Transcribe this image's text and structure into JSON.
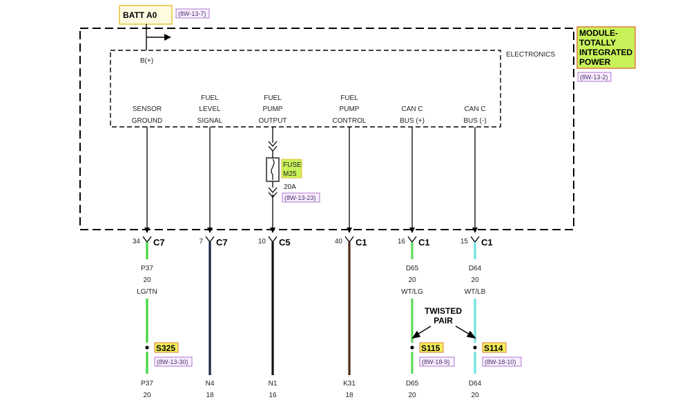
{
  "power": {
    "label": "BATT A0",
    "ref": "(8W-13-7)"
  },
  "module": {
    "name_lines": [
      "MODULE-",
      "TOTALLY",
      "INTEGRATED",
      "POWER"
    ],
    "ref": "(8W-13-2)",
    "inner_label": "ELECTRONICS",
    "battery_pin": "B(+)"
  },
  "fuse": {
    "name_lines": [
      "FUSE",
      "M25"
    ],
    "rating": "20A",
    "ref": "(8W-13-23)"
  },
  "twisted_pair": {
    "lines": [
      "TWISTED",
      "PAIR"
    ]
  },
  "circuits": [
    {
      "func": [
        "SENSOR",
        "GROUND"
      ],
      "pin": "34",
      "connector": "C7",
      "upper": [
        "P37",
        "20",
        "LG/TN"
      ],
      "splice": {
        "name": "S325",
        "ref": "(8W-13-30)"
      },
      "lower": [
        "P37",
        "20"
      ]
    },
    {
      "func": [
        "FUEL",
        "LEVEL",
        "SIGNAL"
      ],
      "pin": "7",
      "connector": "C7",
      "upper": [],
      "splice": null,
      "lower": [
        "N4",
        "18"
      ]
    },
    {
      "func": [
        "FUEL",
        "PUMP",
        "OUTPUT"
      ],
      "pin": "10",
      "connector": "C5",
      "upper": [],
      "splice": null,
      "lower": [
        "N1",
        "16"
      ]
    },
    {
      "func": [
        "FUEL",
        "PUMP",
        "CONTROL"
      ],
      "pin": "40",
      "connector": "C1",
      "upper": [],
      "splice": null,
      "lower": [
        "K31",
        "18"
      ]
    },
    {
      "func": [
        "CAN C",
        "BUS (+)"
      ],
      "pin": "16",
      "connector": "C1",
      "upper": [
        "D65",
        "20",
        "WT/LG"
      ],
      "splice": {
        "name": "S115",
        "ref": "(8W-18-9)"
      },
      "lower": [
        "D65",
        "20"
      ]
    },
    {
      "func": [
        "CAN C",
        "BUS (-)"
      ],
      "pin": "15",
      "connector": "C1",
      "upper": [
        "D64",
        "20",
        "WT/LB"
      ],
      "splice": {
        "name": "S114",
        "ref": "(8W-18-10)"
      },
      "lower": [
        "D64",
        "20"
      ]
    }
  ],
  "colors": {
    "wire_lg_tn": "#43d63f",
    "wire_n4": "#1a2340",
    "wire_n1": "#111111",
    "wire_k31": "#4a2a1a",
    "wire_wt_lg": "#5fd85a",
    "wire_wt_lb": "#6fe3e0",
    "highlight_green": "#c8f25a",
    "highlight_yellow": "#f2ef5a",
    "ref_box": "#b070d0"
  }
}
